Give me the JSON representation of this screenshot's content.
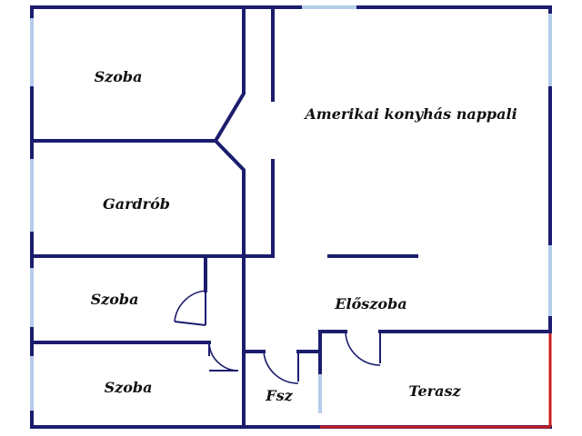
{
  "floorplan": {
    "colors": {
      "wall": "#1c1c6e",
      "window": "#b3cdea",
      "terrace_railing": "#c81e1e",
      "label": "#111111",
      "background": "#ffffff"
    },
    "rooms": {
      "szoba_top": "Szoba",
      "gardrob": "Gardrób",
      "nappali": "Amerikai konyhás nappali",
      "szoba_mid": "Szoba",
      "eloszoba": "Előszoba",
      "szoba_bottom": "Szoba",
      "fsz": "Fsz",
      "terasz": "Terasz"
    }
  }
}
